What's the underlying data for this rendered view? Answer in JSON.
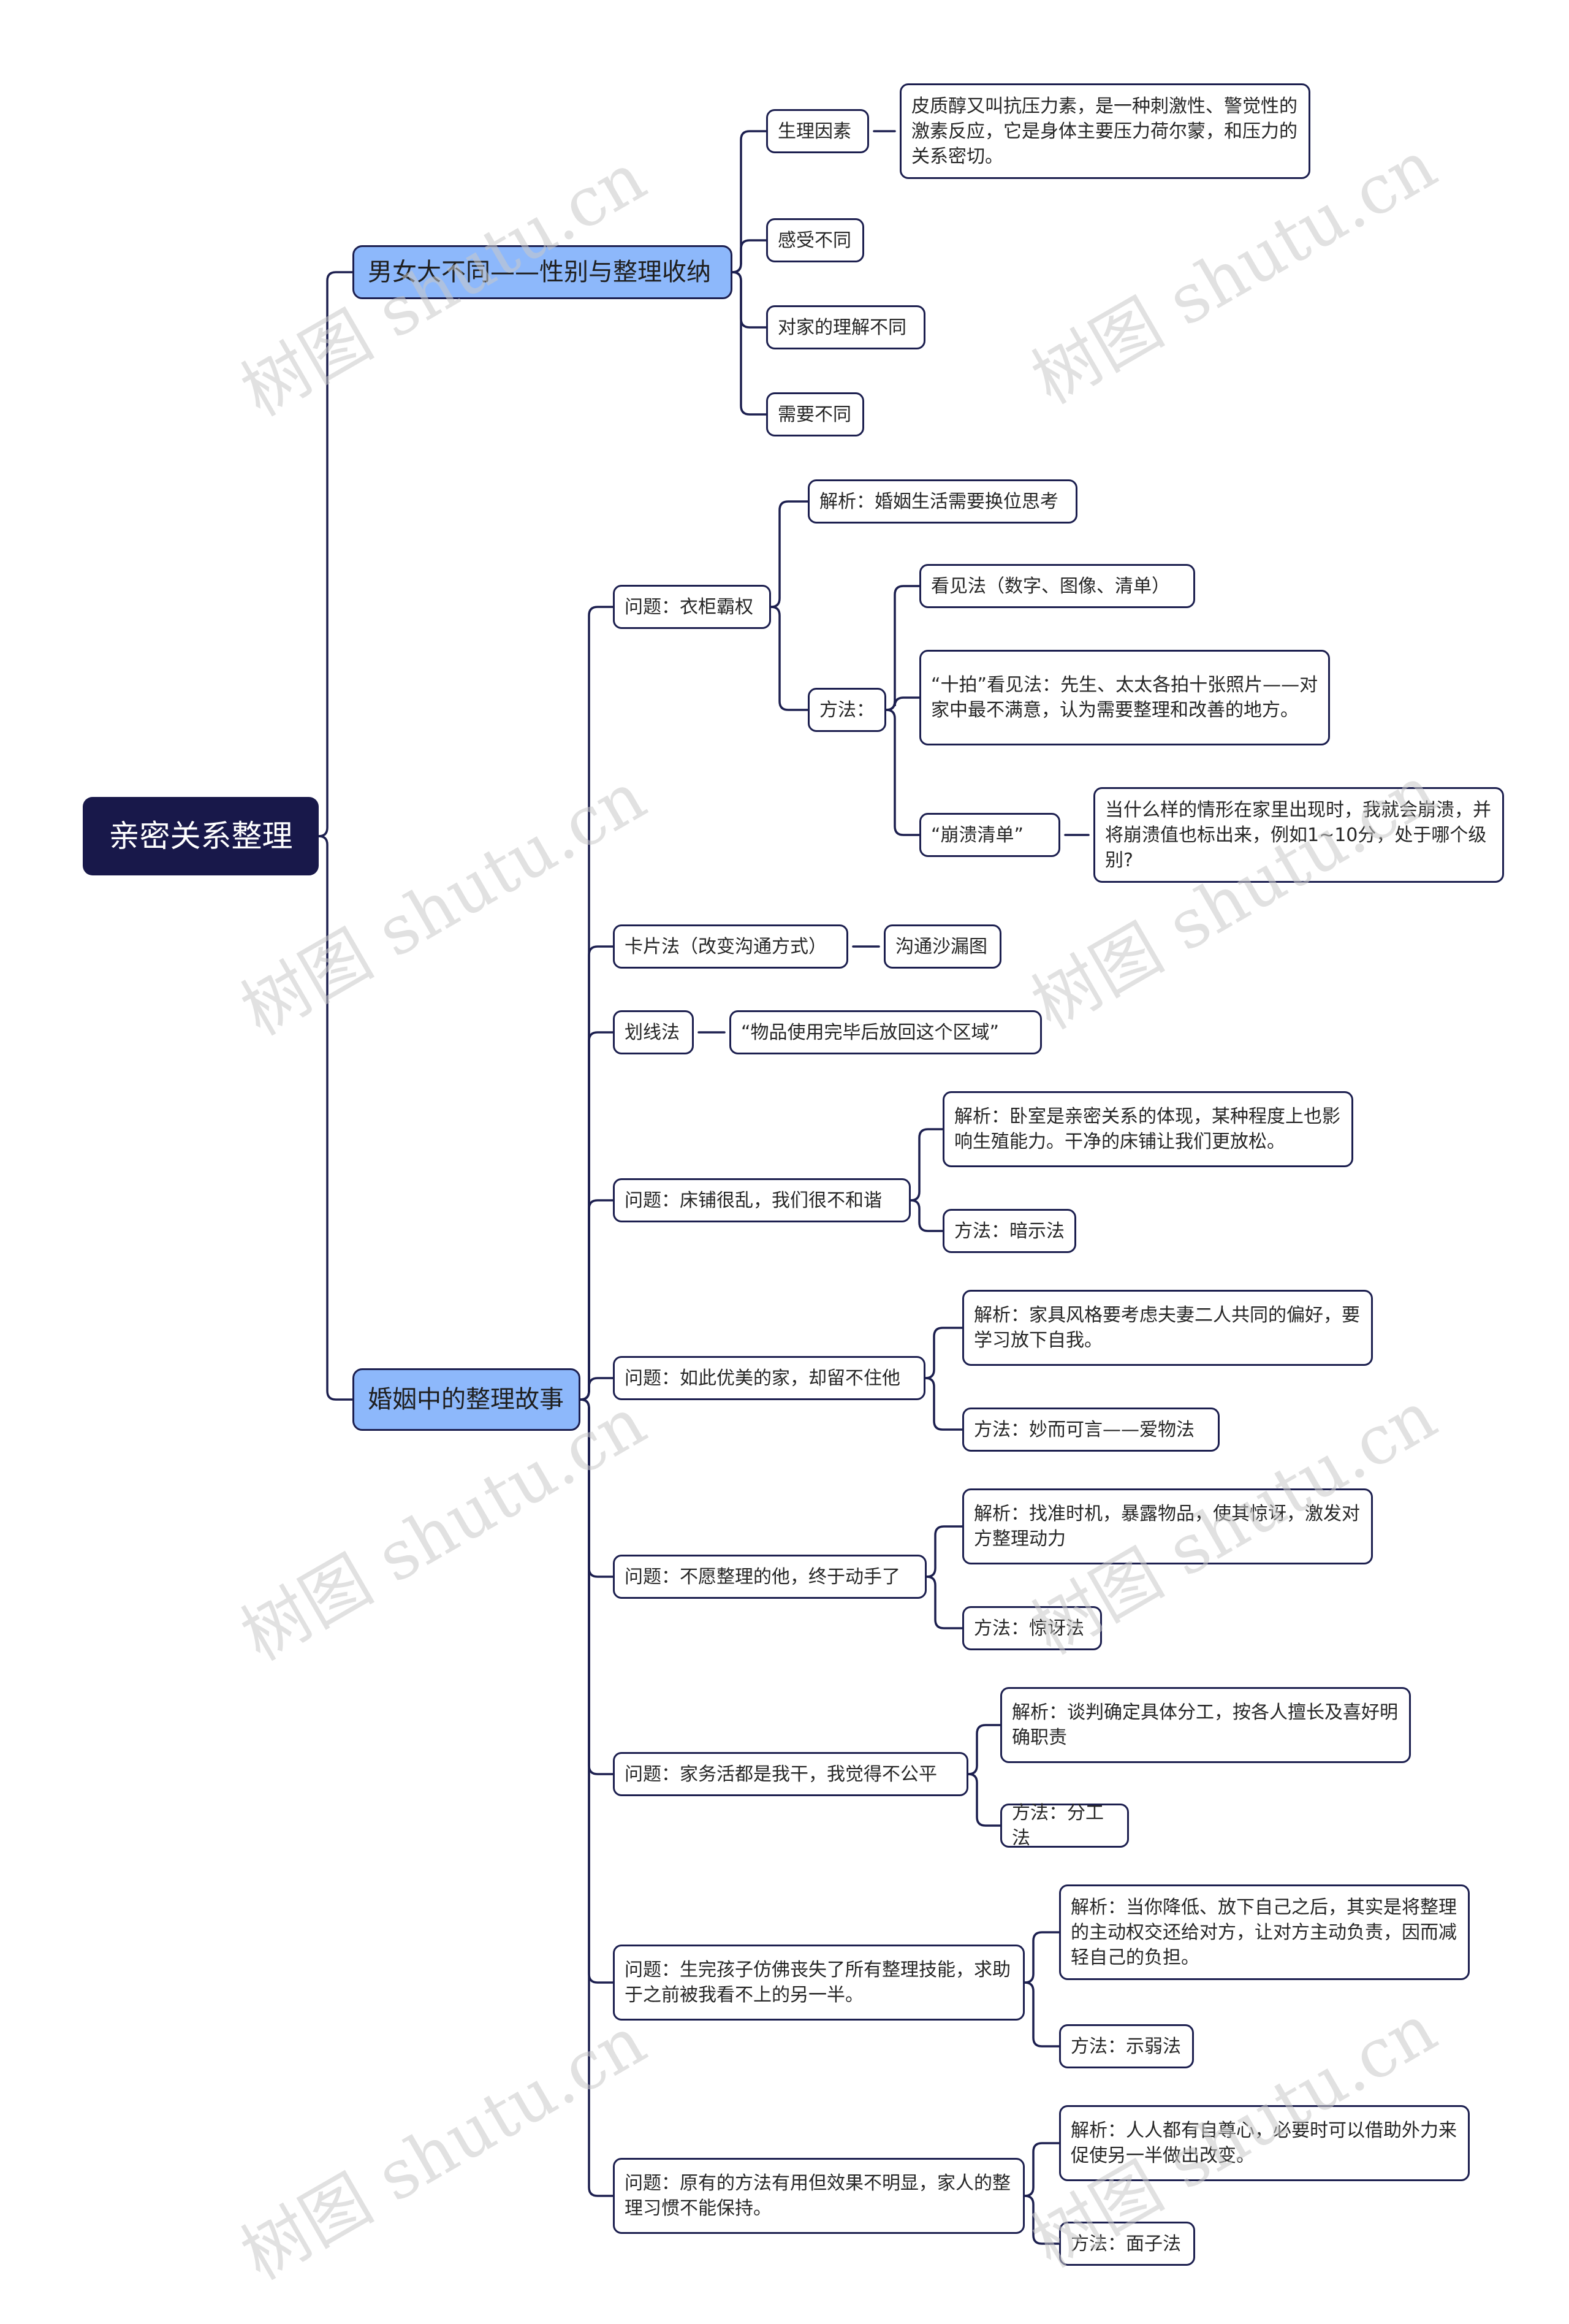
{
  "root": "亲密关系整理",
  "watermark": "树图 shutu.cn",
  "branches": [
    {
      "label": "男女大不同——性别与整理收纳",
      "children": [
        {
          "label": "生理因素",
          "children": [
            {
              "label": "皮质醇又叫抗压力素，是一种刺激性、警觉性的激素反应，它是身体主要压力荷尔蒙，和压力的关系密切。"
            }
          ]
        },
        {
          "label": "感受不同"
        },
        {
          "label": "对家的理解不同"
        },
        {
          "label": "需要不同"
        }
      ]
    },
    {
      "label": "婚姻中的整理故事",
      "children": [
        {
          "label": "问题：衣柜霸权",
          "children": [
            {
              "label": "解析：婚姻生活需要换位思考"
            },
            {
              "label": "方法：",
              "children": [
                {
                  "label": "看见法（数字、图像、清单）"
                },
                {
                  "label": "“十拍”看见法：先生、太太各拍十张照片——对家中最不满意，认为需要整理和改善的地方。"
                },
                {
                  "label": "“崩溃清单”",
                  "children": [
                    {
                      "label": "当什么样的情形在家里出现时，我就会崩溃，并将崩溃值也标出来，例如1~10分，处于哪个级别?"
                    }
                  ]
                }
              ]
            }
          ]
        },
        {
          "label": "卡片法（改变沟通方式）",
          "children": [
            {
              "label": "沟通沙漏图"
            }
          ]
        },
        {
          "label": "划线法",
          "children": [
            {
              "label": "“物品使用完毕后放回这个区域”"
            }
          ]
        },
        {
          "label": "问题：床铺很乱，我们很不和谐",
          "children": [
            {
              "label": "解析：卧室是亲密关系的体现，某种程度上也影响生殖能力。干净的床铺让我们更放松。"
            },
            {
              "label": "方法：暗示法"
            }
          ]
        },
        {
          "label": "问题：如此优美的家，却留不住他",
          "children": [
            {
              "label": "解析：家具风格要考虑夫妻二人共同的偏好，要学习放下自我。"
            },
            {
              "label": "方法：妙而可言——爱物法"
            }
          ]
        },
        {
          "label": "问题：不愿整理的他，终于动手了",
          "children": [
            {
              "label": "解析：找准时机，暴露物品，使其惊讶，激发对方整理动力"
            },
            {
              "label": "方法：惊讶法"
            }
          ]
        },
        {
          "label": "问题：家务活都是我干，我觉得不公平",
          "children": [
            {
              "label": "解析：谈判确定具体分工，按各人擅长及喜好明确职责"
            },
            {
              "label": "方法：分工法"
            }
          ]
        },
        {
          "label": "问题：生完孩子仿佛丧失了所有整理技能，求助于之前被我看不上的另一半。",
          "children": [
            {
              "label": "解析：当你降低、放下自己之后，其实是将整理的主动权交还给对方，让对方主动负责，因而减轻自己的负担。"
            },
            {
              "label": "方法：示弱法"
            }
          ]
        },
        {
          "label": "问题：原有的方法有用但效果不明显，家人的整理习惯不能保持。",
          "children": [
            {
              "label": "解析：人人都有自尊心，必要时可以借助外力来促使另一半做出改变。"
            },
            {
              "label": "方法：面子法"
            }
          ]
        }
      ]
    }
  ]
}
